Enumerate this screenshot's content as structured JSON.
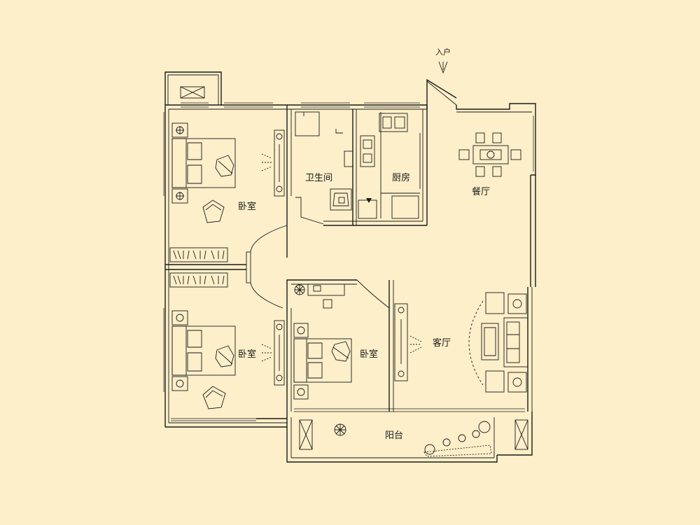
{
  "labels": {
    "entrance": "入户",
    "bathroom": "卫生间",
    "kitchen": "厨房",
    "dining": "餐厅",
    "bedroom_top": "卧室",
    "bedroom_left": "卧室",
    "bedroom_mid": "卧室",
    "living": "客厅",
    "balcony": "阳台"
  },
  "colors": {
    "background": "#fcefc9",
    "line": "#1a1a1a"
  }
}
